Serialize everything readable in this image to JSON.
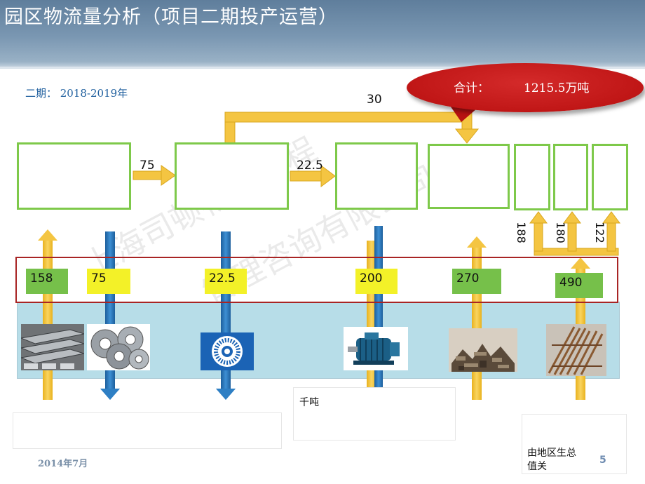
{
  "slide": {
    "title": "园区物流量分析（项目二期投产运营）",
    "subtitle": "二期：  2018-2019年",
    "date": "2014年7月",
    "page_number": "5"
  },
  "callout": {
    "label": "合计：",
    "value": "1215.5万吨",
    "color": "#c01616"
  },
  "flows": {
    "top_loop": "30",
    "arrow_1": "75",
    "arrow_2": "22.5",
    "outputs": [
      "188",
      "180",
      "122"
    ]
  },
  "band_values": [
    {
      "value": "158",
      "color": "#76c04a"
    },
    {
      "value": "75",
      "color": "#f3f128"
    },
    {
      "value": "22.5",
      "color": "#f3f128"
    },
    {
      "value": "200",
      "color": "#f3f128"
    },
    {
      "value": "270",
      "color": "#76c04a"
    },
    {
      "value": "490",
      "color": "#76c04a"
    }
  ],
  "images": [
    "steel-billets-icon",
    "steel-coils-icon",
    "cutting-disc-icon",
    "electric-motor-icon",
    "scrap-metal-icon",
    "rebar-bundle-icon"
  ],
  "notes": {
    "unit": "千吨",
    "right": "由地区生总值关"
  },
  "watermark": {
    "line1": "上海司顿物流工程",
    "line2": "管理咨询有限公司",
    "line3": "标"
  },
  "colors": {
    "arrow_up": "#f4c542",
    "arrow_down": "#2e7fc4",
    "box_border": "#7ec94a"
  }
}
